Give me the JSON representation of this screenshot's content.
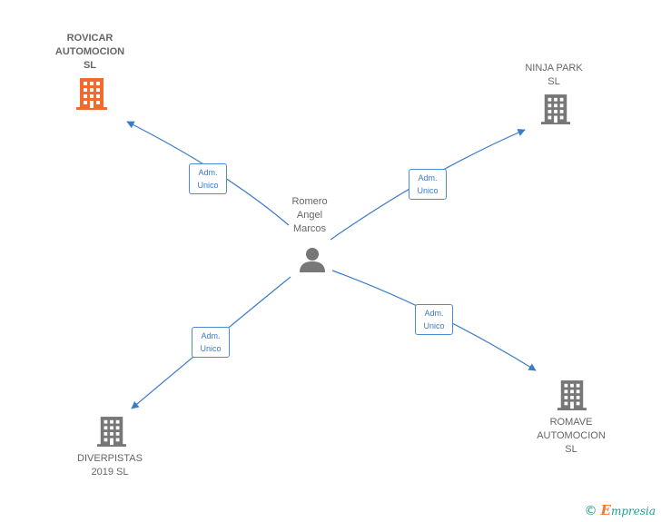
{
  "colors": {
    "edge": "#3a7bc8",
    "building_main": "#f26a2e",
    "building": "#777777",
    "person": "#777777"
  },
  "center": {
    "label": "Romero\nAngel\nMarcos",
    "icon": "person-icon"
  },
  "companies": [
    {
      "id": "rovicar",
      "label": "ROVICAR\nAUTOMOCION\nSL",
      "icon": "building-icon",
      "highlight": true
    },
    {
      "id": "ninja",
      "label": "NINJA PARK\nSL",
      "icon": "building-icon",
      "highlight": false
    },
    {
      "id": "diverpistas",
      "label": "DIVERPISTAS\n2019  SL",
      "icon": "building-icon",
      "highlight": false
    },
    {
      "id": "romave",
      "label": "ROMAVE\nAUTOMOCION\nSL",
      "icon": "building-icon",
      "highlight": false
    }
  ],
  "edges": [
    {
      "to": "rovicar",
      "label": "Adm.\nUnico"
    },
    {
      "to": "ninja",
      "label": "Adm.\nUnico"
    },
    {
      "to": "diverpistas",
      "label": "Adm.\nUnico"
    },
    {
      "to": "romave",
      "label": "Adm.\nUnico"
    }
  ],
  "footer": {
    "copyright": "©",
    "brand_initial": "E",
    "brand_rest": "mpresia"
  }
}
